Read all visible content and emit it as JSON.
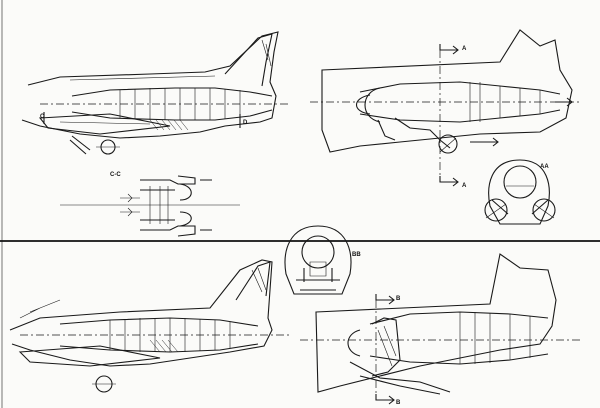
{
  "labels": {
    "section_a_top": "A",
    "section_a_bottom": "A",
    "section_aa": "AA",
    "section_b_top": "B",
    "section_b_bottom": "B",
    "section_bb": "BB",
    "section_cc": "C-C",
    "cut_c": "C",
    "cut_d": "D"
  },
  "colors": {
    "ink": "#1a1a1a",
    "paper": "#fbfbf9"
  }
}
